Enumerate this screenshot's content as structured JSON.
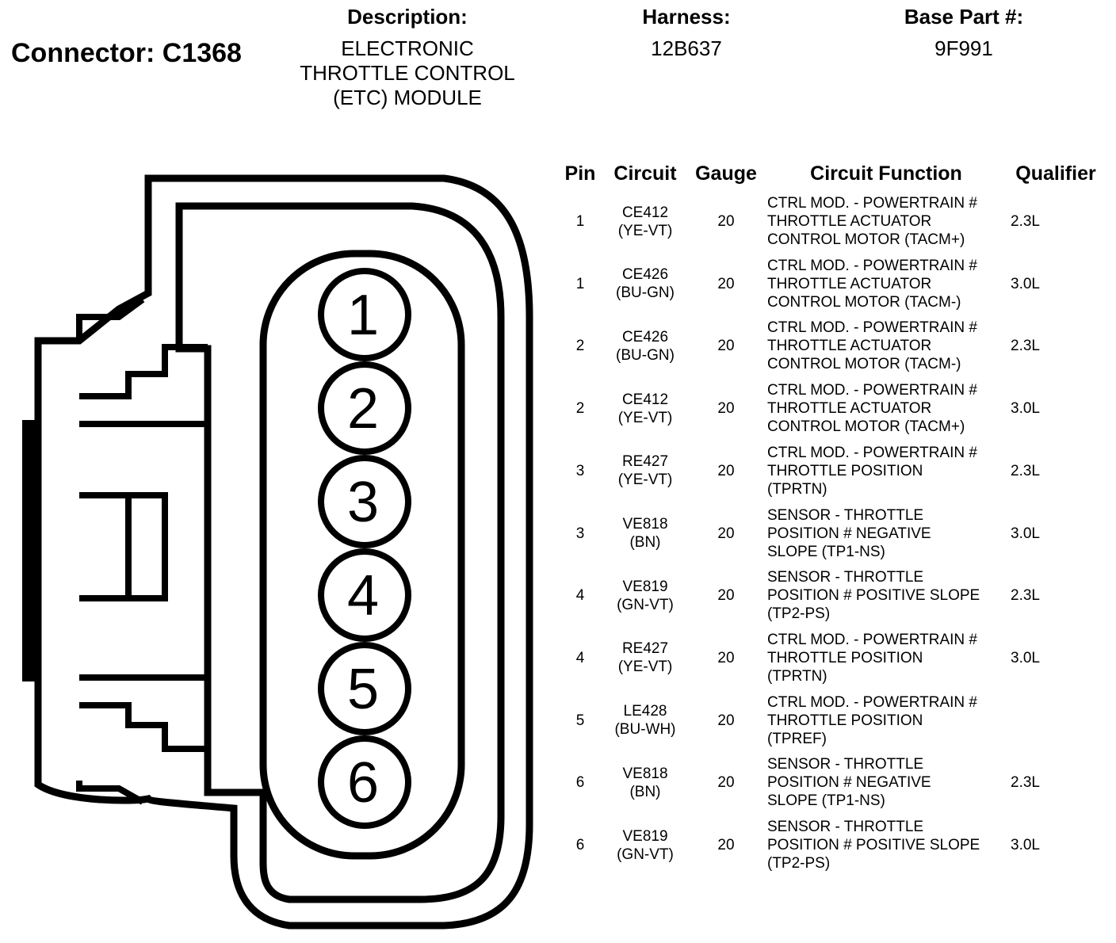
{
  "connector": {
    "title": "Connector: C1368",
    "description_label": "Description:",
    "description": "ELECTRONIC\nTHROTTLE CONTROL\n(ETC) MODULE",
    "harness_label": "Harness:",
    "harness": "12B637",
    "base_part_label": "Base Part #:",
    "base_part": "9F991"
  },
  "table": {
    "headers": {
      "pin": "Pin",
      "circuit": "Circuit",
      "gauge": "Gauge",
      "function": "Circuit Function",
      "qualifier": "Qualifier"
    },
    "rows": [
      {
        "pin": "1",
        "circuit": "CE412\n(YE-VT)",
        "gauge": "20",
        "function": "CTRL MOD. - POWERTRAIN #\nTHROTTLE ACTUATOR\nCONTROL MOTOR (TACM+)",
        "qualifier": "2.3L"
      },
      {
        "pin": "1",
        "circuit": "CE426\n(BU-GN)",
        "gauge": "20",
        "function": "CTRL MOD. - POWERTRAIN #\nTHROTTLE ACTUATOR\nCONTROL MOTOR (TACM-)",
        "qualifier": "3.0L"
      },
      {
        "pin": "2",
        "circuit": "CE426\n(BU-GN)",
        "gauge": "20",
        "function": "CTRL MOD. - POWERTRAIN #\nTHROTTLE ACTUATOR\nCONTROL MOTOR (TACM-)",
        "qualifier": "2.3L"
      },
      {
        "pin": "2",
        "circuit": "CE412\n(YE-VT)",
        "gauge": "20",
        "function": "CTRL MOD. - POWERTRAIN #\nTHROTTLE ACTUATOR\nCONTROL MOTOR (TACM+)",
        "qualifier": "3.0L"
      },
      {
        "pin": "3",
        "circuit": "RE427\n(YE-VT)",
        "gauge": "20",
        "function": "CTRL MOD. - POWERTRAIN #\nTHROTTLE POSITION\n(TPRTN)",
        "qualifier": "2.3L"
      },
      {
        "pin": "3",
        "circuit": "VE818\n(BN)",
        "gauge": "20",
        "function": "SENSOR - THROTTLE\nPOSITION # NEGATIVE\nSLOPE (TP1-NS)",
        "qualifier": "3.0L"
      },
      {
        "pin": "4",
        "circuit": "VE819\n(GN-VT)",
        "gauge": "20",
        "function": "SENSOR - THROTTLE\nPOSITION # POSITIVE SLOPE\n(TP2-PS)",
        "qualifier": "2.3L"
      },
      {
        "pin": "4",
        "circuit": "RE427\n(YE-VT)",
        "gauge": "20",
        "function": "CTRL MOD. - POWERTRAIN #\nTHROTTLE POSITION\n(TPRTN)",
        "qualifier": "3.0L"
      },
      {
        "pin": "5",
        "circuit": "LE428\n(BU-WH)",
        "gauge": "20",
        "function": "CTRL MOD. - POWERTRAIN #\nTHROTTLE POSITION\n(TPREF)",
        "qualifier": ""
      },
      {
        "pin": "6",
        "circuit": "VE818\n(BN)",
        "gauge": "20",
        "function": "SENSOR - THROTTLE\nPOSITION # NEGATIVE\nSLOPE (TP1-NS)",
        "qualifier": "2.3L"
      },
      {
        "pin": "6",
        "circuit": "VE819\n(GN-VT)",
        "gauge": "20",
        "function": "SENSOR - THROTTLE\nPOSITION # POSITIVE SLOPE\n(TP2-PS)",
        "qualifier": "3.0L"
      }
    ]
  },
  "diagram": {
    "pin_labels": [
      "1",
      "2",
      "3",
      "4",
      "5",
      "6"
    ]
  }
}
